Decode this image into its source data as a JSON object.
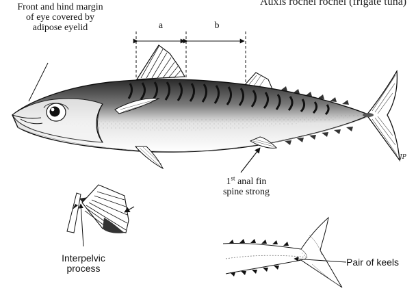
{
  "header": {
    "title": "Auxis rochei rochei (frigate tuna)"
  },
  "labels": {
    "eyelid": [
      "Front and hind margin",
      "of eye covered by",
      "adipose eyelid"
    ],
    "measure_a": "a",
    "measure_b": "b",
    "anal_fin_sup": "st",
    "anal_fin_line1_rest": " anal fin",
    "anal_fin_num": "1",
    "anal_fin_line2": "spine strong",
    "interpelvic": [
      "Interpelvic",
      "process"
    ],
    "keels": "Pair of keels",
    "signature": "JP"
  }
}
